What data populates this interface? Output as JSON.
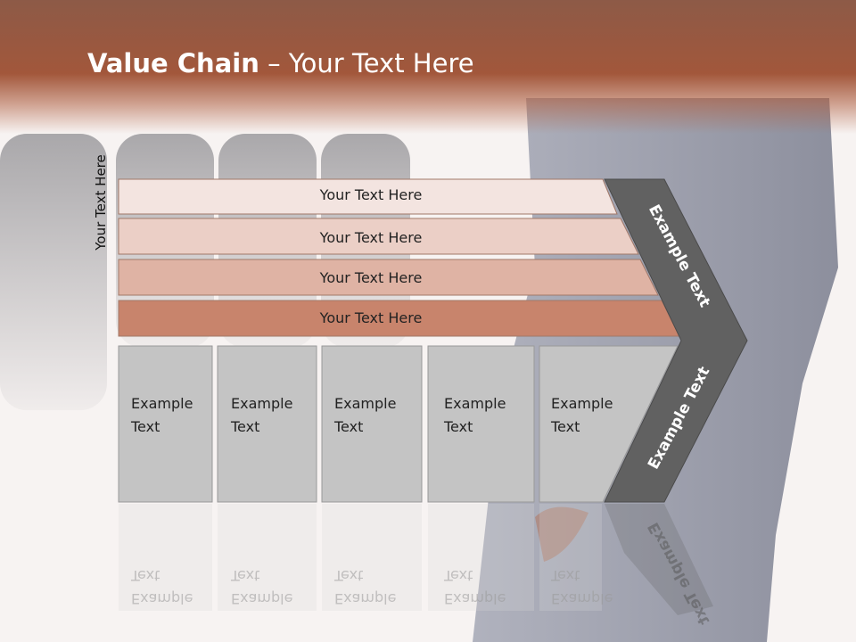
{
  "slide": {
    "title_bold": "Value Chain",
    "title_rest": " – Your Text Here",
    "side_label": "Your Text Here"
  },
  "bands": [
    {
      "label": "Your Text Here",
      "color": "#f3e4e0"
    },
    {
      "label": "Your Text Here",
      "color": "#ebcfc6"
    },
    {
      "label": "Your Text Here",
      "color": "#dfb3a4"
    },
    {
      "label": "Your Text Here",
      "color": "#c8846c"
    }
  ],
  "boxes": [
    {
      "line1": "Example",
      "line2": "Text"
    },
    {
      "line1": "Example",
      "line2": "Text"
    },
    {
      "line1": "Example",
      "line2": "Text"
    },
    {
      "line1": "Example",
      "line2": "Text"
    },
    {
      "line1": "Example",
      "line2": "Text"
    }
  ],
  "chevron": {
    "upper_label": "Example Text",
    "lower_label": "Example Text",
    "color": "#616161"
  },
  "colors": {
    "header": "#a2573b",
    "box_fill": "#c4c4c4",
    "box_border": "#999999"
  }
}
